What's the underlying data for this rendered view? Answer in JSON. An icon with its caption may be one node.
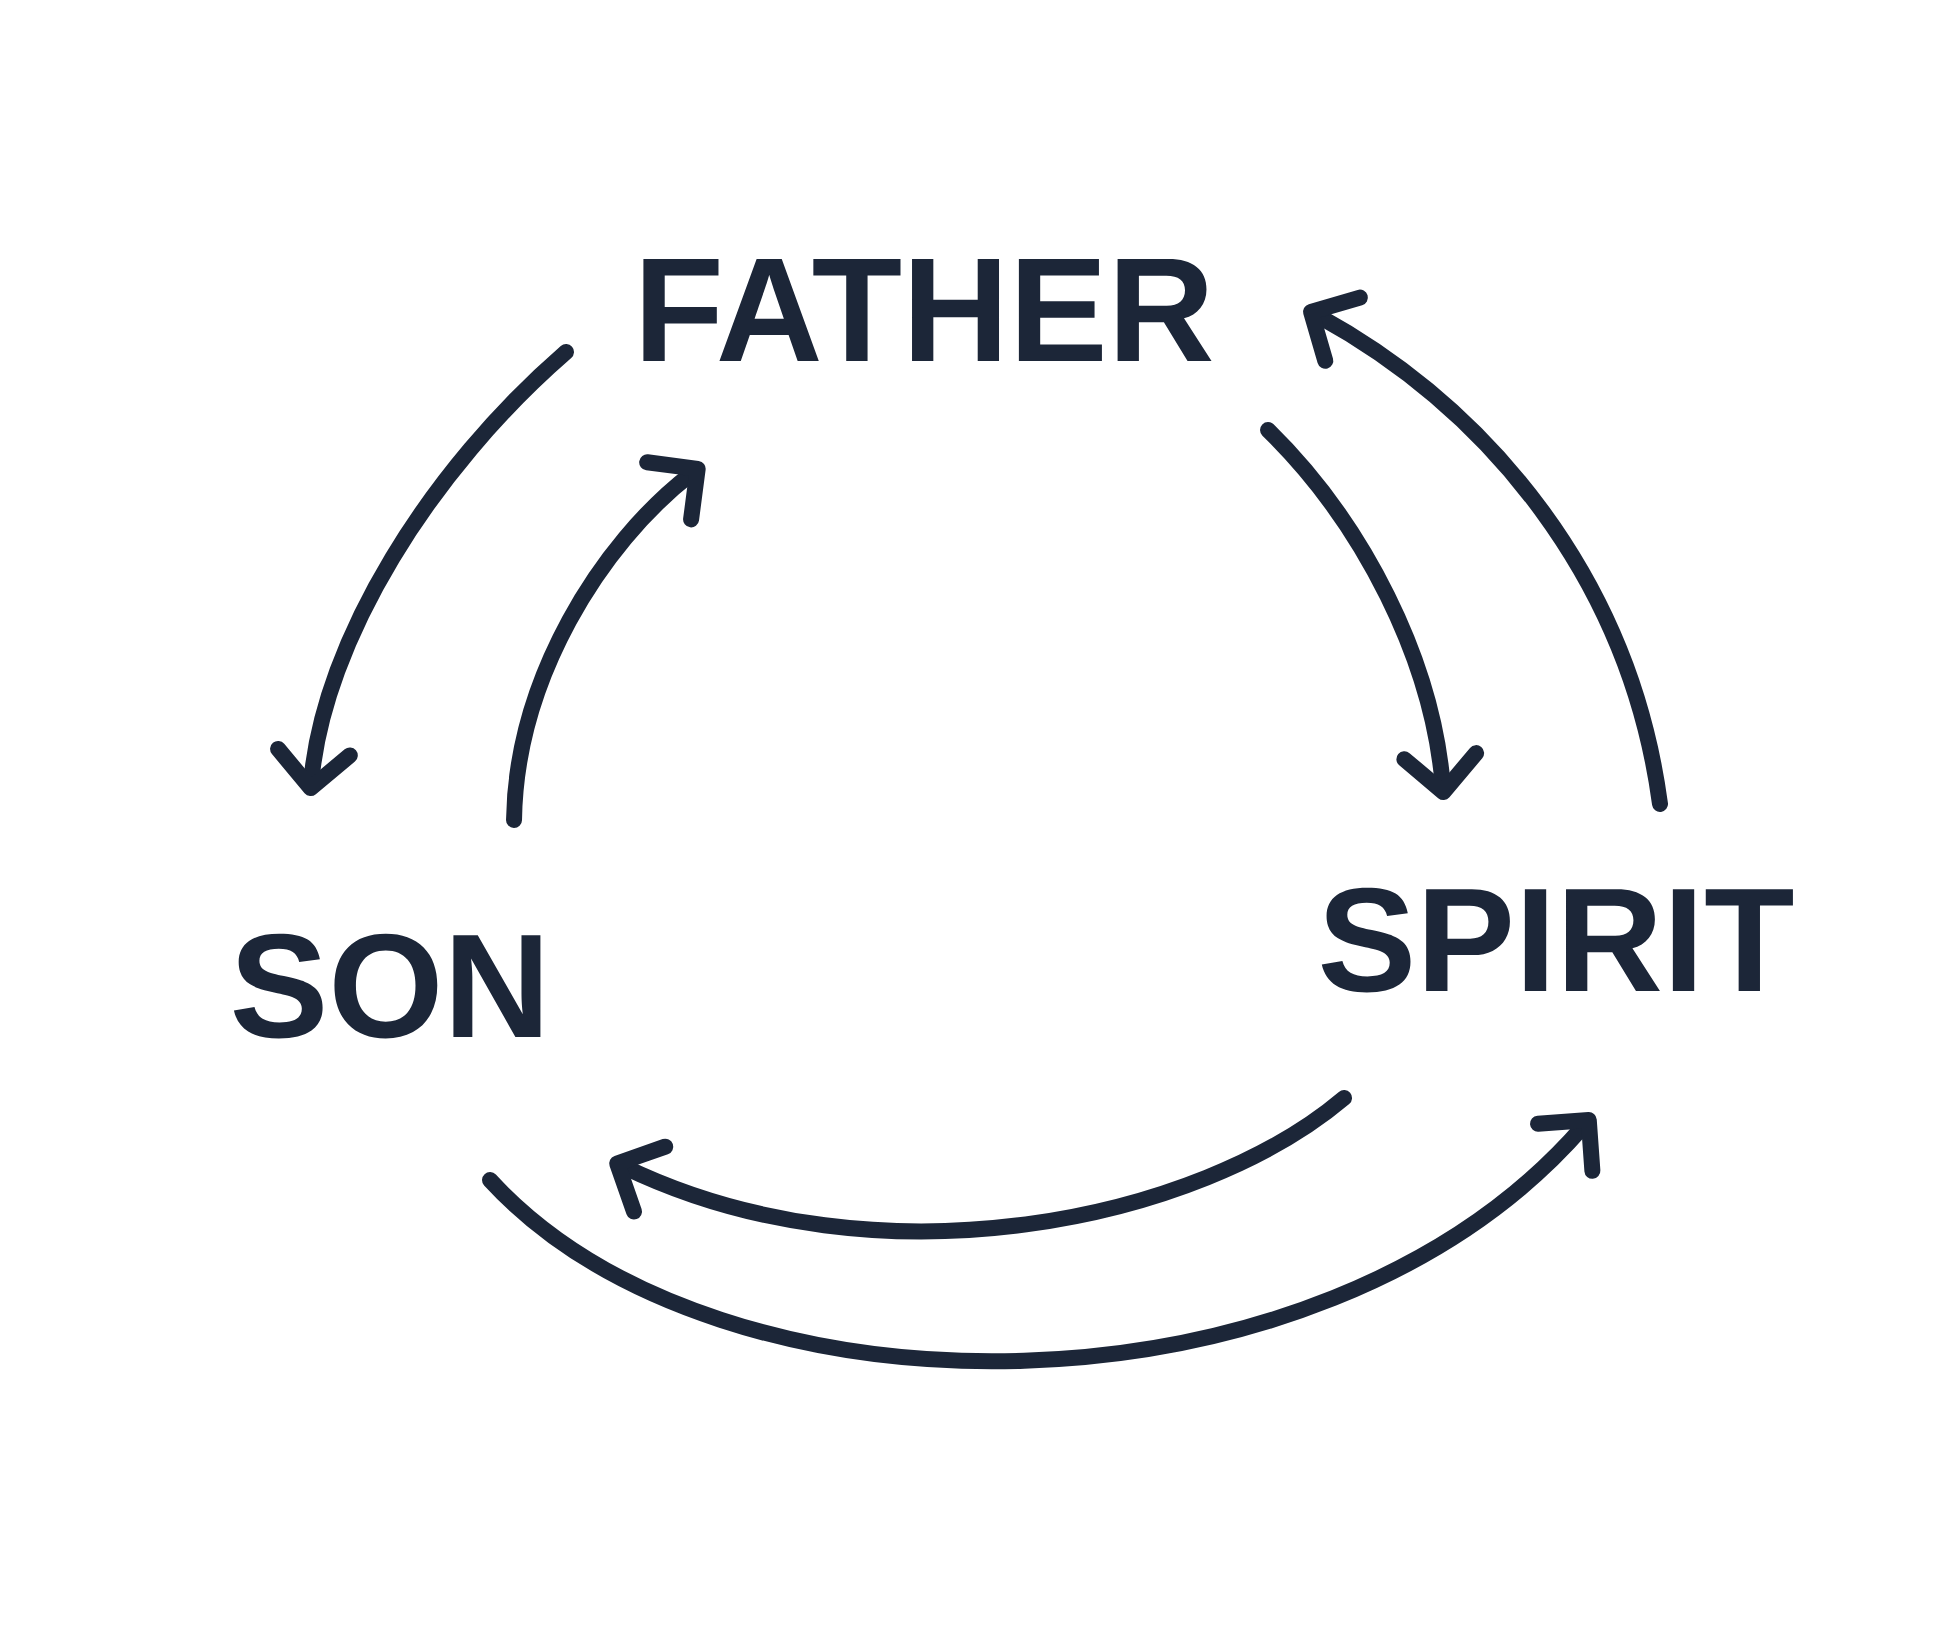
{
  "diagram": {
    "nodes": [
      {
        "text": [
          "FATHER"
        ]
      },
      {
        "text": [
          "SON"
        ]
      },
      {
        "text": [
          "SPIRIT"
        ]
      }
    ],
    "edges": [
      {
        "from": 0,
        "to": 1,
        "arrow": "to"
      },
      {
        "from": 1,
        "to": 0,
        "arrow": "to"
      },
      {
        "from": 0,
        "to": 2,
        "arrow": "to"
      },
      {
        "from": 2,
        "to": 0,
        "arrow": "to"
      },
      {
        "from": 2,
        "to": 1,
        "arrow": "to"
      },
      {
        "from": 1,
        "to": 2,
        "arrow": "to"
      }
    ]
  }
}
